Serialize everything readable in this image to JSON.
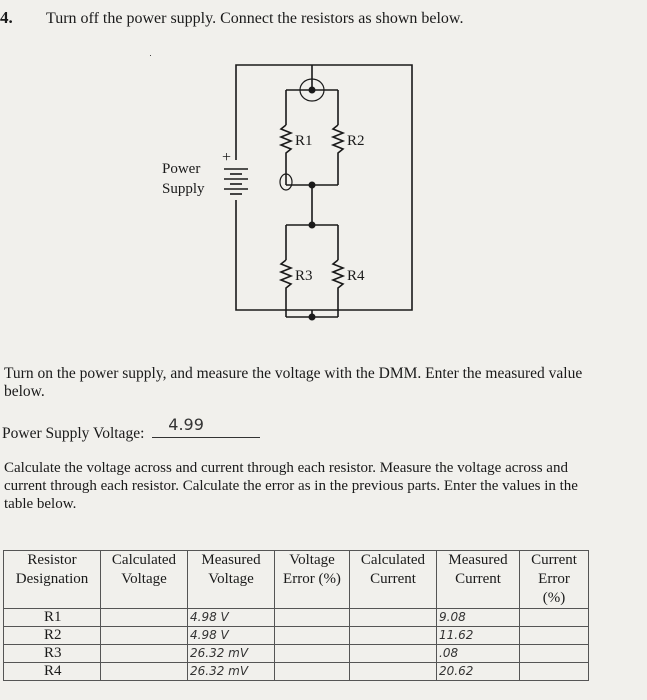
{
  "step_number": "4.",
  "instruction": "Turn off the power supply. Connect the resistors as shown below.",
  "circuit": {
    "power_supply_label_line1": "Power",
    "power_supply_label_line2": "Supply",
    "plus_sign": "+",
    "resistors": [
      "R1",
      "R2",
      "R3",
      "R4"
    ]
  },
  "turn_on_text": "Turn on the power supply, and measure the voltage with the DMM. Enter the measured value below.",
  "power_supply_voltage_label": "Power Supply Voltage:",
  "power_supply_voltage_value": "4.99",
  "calc_instruction": "Calculate the voltage across and current through each resistor. Measure the voltage across and current through each resistor. Calculate the error as in the previous parts. Enter the values in the table below.",
  "table": {
    "headers": [
      [
        "Resistor",
        "Designation"
      ],
      [
        "Calculated",
        "Voltage"
      ],
      [
        "Measured",
        "Voltage"
      ],
      [
        "Voltage",
        "Error (%)"
      ],
      [
        "Calculated",
        "Current"
      ],
      [
        "Measured",
        "Current"
      ],
      [
        "Current",
        "Error",
        "(%)"
      ]
    ],
    "rows": [
      {
        "resistor": "R1",
        "measured_voltage": "4.98 V",
        "measured_current": "9.08"
      },
      {
        "resistor": "R2",
        "measured_voltage": "4.98 V",
        "measured_current": "11.62"
      },
      {
        "resistor": "R3",
        "measured_voltage": "26.32 mV",
        "measured_current": ".08"
      },
      {
        "resistor": "R4",
        "measured_voltage": "26.32 mV",
        "measured_current": "20.62"
      }
    ]
  }
}
